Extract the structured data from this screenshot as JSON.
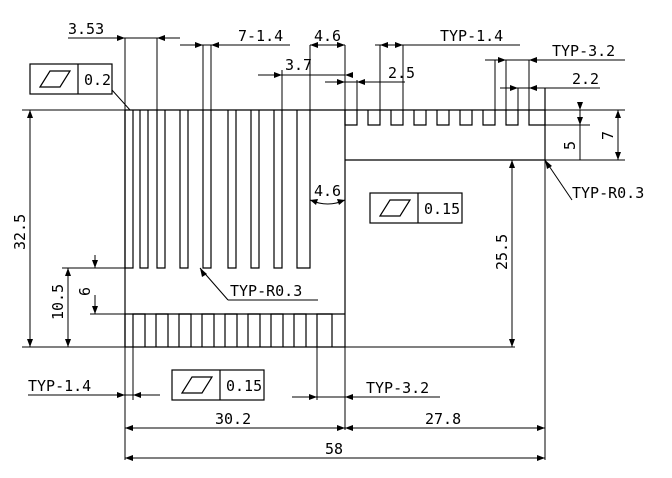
{
  "dimensions": {
    "d_3_53": "3.53",
    "d_7x1_4": "7-1.4",
    "d_4_6_top": "4.6",
    "d_typ_1_4_top": "TYP-1.4",
    "d_typ_3_2_top": "TYP-3.2",
    "d_3_7": "3.7",
    "d_2_5": "2.5",
    "d_2_2": "2.2",
    "d_5": "5",
    "d_7": "7",
    "d_typ_r0_3_right": "TYP-R0.3",
    "d_4_6_mid": "4.6",
    "d_32_5": "32.5",
    "d_25_5": "25.5",
    "d_10_5": "10.5",
    "d_6": "6",
    "d_typ_r0_3_mid": "TYP-R0.3",
    "d_typ_1_4_bottom": "TYP-1.4",
    "d_typ_3_2_bottom": "TYP-3.2",
    "d_30_2": "30.2",
    "d_27_8": "27.8",
    "d_58": "58"
  },
  "flatness": [
    {
      "value": "0.2"
    },
    {
      "value": "0.15"
    },
    {
      "value": "0.15"
    }
  ]
}
